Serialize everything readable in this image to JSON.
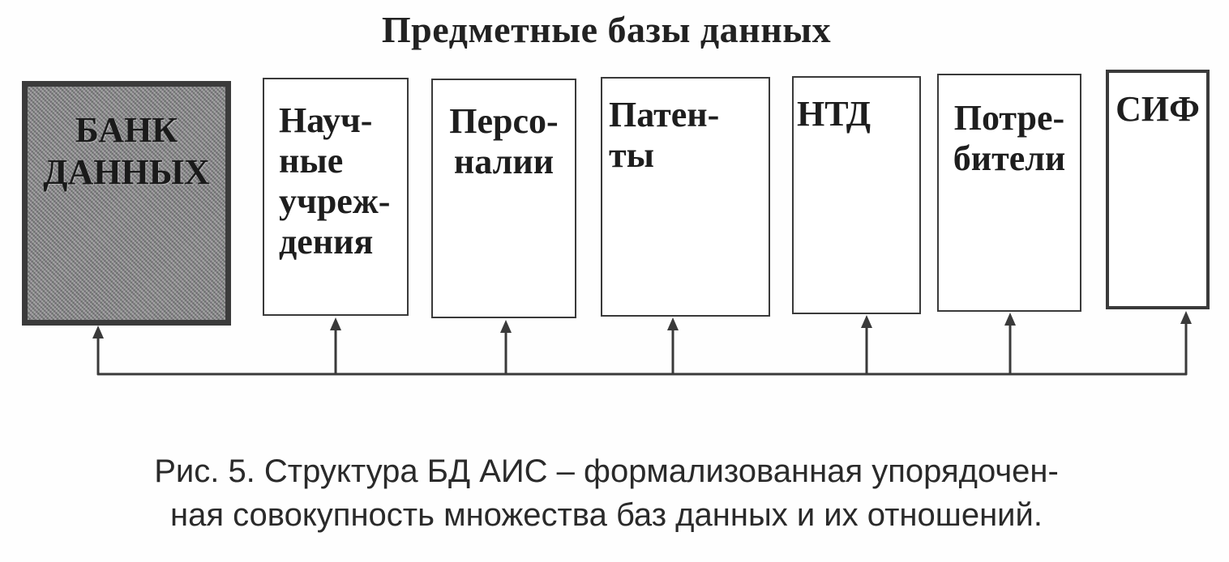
{
  "diagram": {
    "title": "Предметные базы данных",
    "bank": {
      "label": "БАНК\nДАННЫХ"
    },
    "databases": [
      {
        "label": "Науч-\nные\nучреж-\nдения"
      },
      {
        "label": "Персо-\nналии"
      },
      {
        "label": "Патен-\nты"
      },
      {
        "label": "НТД"
      },
      {
        "label": "Потре-\nбители"
      },
      {
        "label": "СИФ"
      }
    ],
    "colors": {
      "line": "#3a3a3a",
      "bank_fill": "#8a8a8a"
    }
  },
  "caption": {
    "line1": "Рис. 5. Структура БД АИС – формализованная упорядочен-",
    "line2": "ная совокупность множества баз данных и их отношений."
  }
}
